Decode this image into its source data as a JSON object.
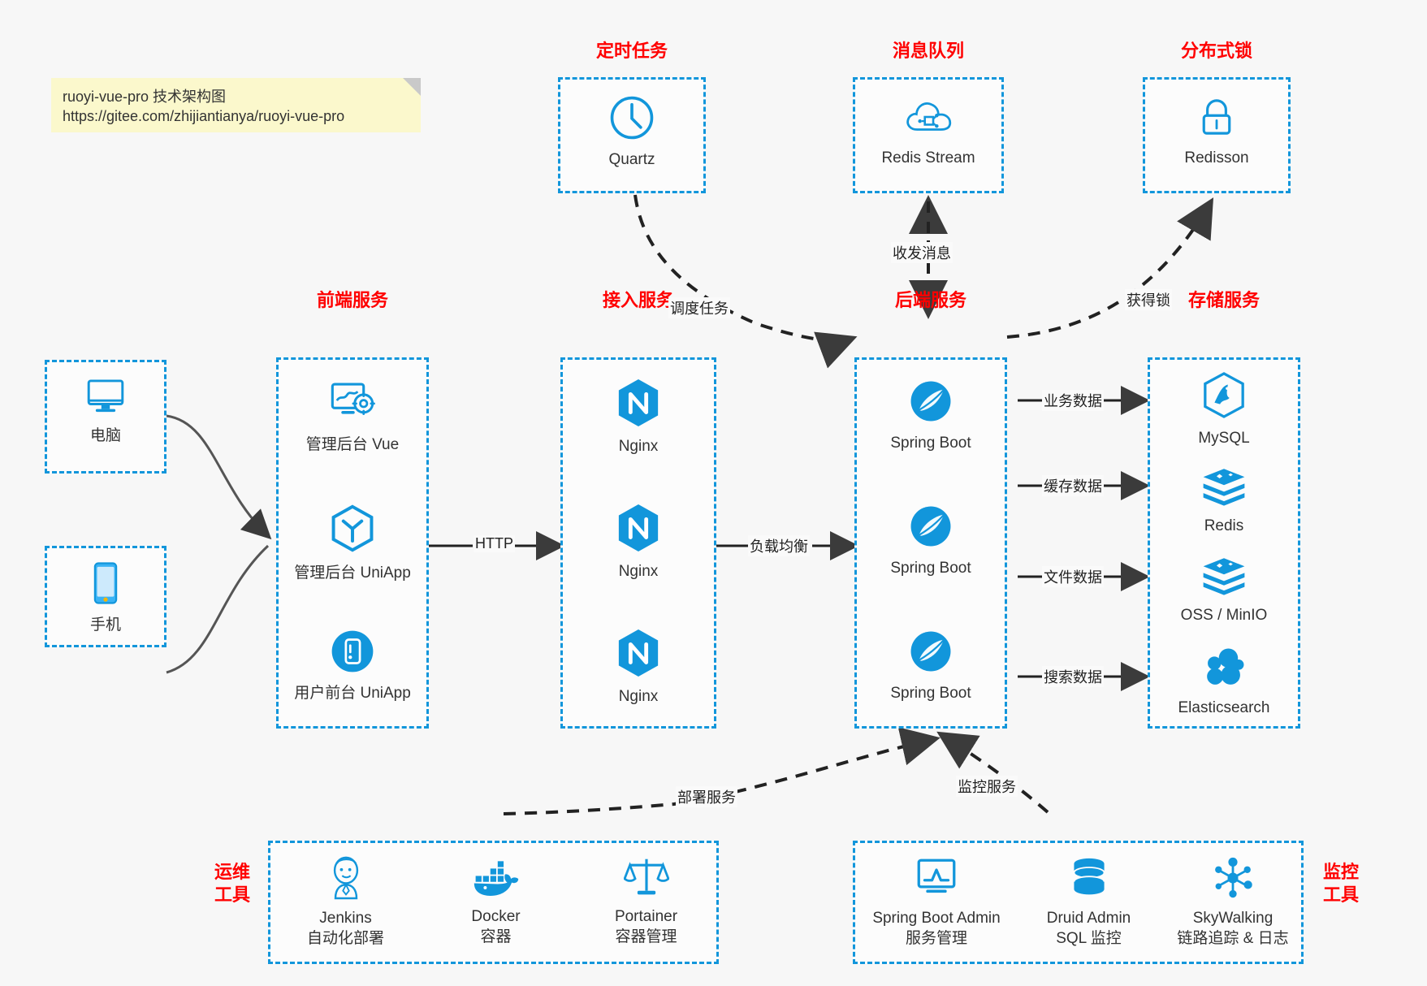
{
  "note": {
    "line1": "ruoyi-vue-pro 技术架构图",
    "line2": "https://gitee.com/zhijiantianya/ruoyi-vue-pro"
  },
  "colors": {
    "accent_blue": "#1296db",
    "title_red": "#ff0000",
    "note_yellow": "#fbf8cc",
    "background": "#f7f7f7",
    "edge_gray": "#3b3b3b"
  },
  "groups": {
    "scheduled_task": {
      "title": "定时任务",
      "nodes": [
        {
          "label": "Quartz",
          "icon": "clock-icon"
        }
      ]
    },
    "message_queue": {
      "title": "消息队列",
      "nodes": [
        {
          "label": "Redis Stream",
          "icon": "cloud-network-icon"
        }
      ]
    },
    "distributed_lock": {
      "title": "分布式锁",
      "nodes": [
        {
          "label": "Redisson",
          "icon": "lock-icon"
        }
      ]
    },
    "clients": {
      "nodes": [
        {
          "label": "电脑",
          "icon": "desktop-icon"
        },
        {
          "label": "手机",
          "icon": "mobile-icon"
        }
      ]
    },
    "frontend": {
      "title": "前端服务",
      "nodes": [
        {
          "label": "管理后台 Vue",
          "icon": "dashboard-gear-icon"
        },
        {
          "label": "管理后台 UniApp",
          "icon": "uniapp-cube-icon"
        },
        {
          "label": "用户前台 UniApp",
          "icon": "app-phone-icon"
        }
      ]
    },
    "gateway": {
      "title": "接入服务",
      "nodes": [
        {
          "label": "Nginx",
          "icon": "nginx-icon"
        },
        {
          "label": "Nginx",
          "icon": "nginx-icon"
        },
        {
          "label": "Nginx",
          "icon": "nginx-icon"
        }
      ]
    },
    "backend": {
      "title": "后端服务",
      "nodes": [
        {
          "label": "Spring Boot",
          "icon": "spring-boot-icon"
        },
        {
          "label": "Spring Boot",
          "icon": "spring-boot-icon"
        },
        {
          "label": "Spring Boot",
          "icon": "spring-boot-icon"
        }
      ]
    },
    "storage": {
      "title": "存储服务",
      "nodes": [
        {
          "label": "MySQL",
          "icon": "mysql-icon"
        },
        {
          "label": "Redis",
          "icon": "redis-icon"
        },
        {
          "label": "OSS / MinIO",
          "icon": "redis-icon"
        },
        {
          "label": "Elasticsearch",
          "icon": "elasticsearch-icon"
        }
      ]
    },
    "devops": {
      "title_line1": "运维",
      "title_line2": "工具",
      "nodes": [
        {
          "label": "Jenkins",
          "sub": "自动化部署",
          "icon": "jenkins-icon"
        },
        {
          "label": "Docker",
          "sub": "容器",
          "icon": "docker-icon"
        },
        {
          "label": "Portainer",
          "sub": "容器管理",
          "icon": "portainer-scale-icon"
        }
      ]
    },
    "monitoring": {
      "title_line1": "监控",
      "title_line2": "工具",
      "nodes": [
        {
          "label": "Spring Boot Admin",
          "sub": "服务管理",
          "icon": "monitor-chart-icon"
        },
        {
          "label": "Druid Admin",
          "sub": "SQL 监控",
          "icon": "database-icon"
        },
        {
          "label": "SkyWalking",
          "sub": "链路追踪 & 日志",
          "icon": "skywalking-icon"
        }
      ]
    }
  },
  "edges": [
    {
      "label": "调度任务"
    },
    {
      "label": "收发消息"
    },
    {
      "label": "获得锁"
    },
    {
      "label": "HTTP"
    },
    {
      "label": "负载均衡"
    },
    {
      "label": "业务数据"
    },
    {
      "label": "缓存数据"
    },
    {
      "label": "文件数据"
    },
    {
      "label": "搜索数据"
    },
    {
      "label": "部署服务"
    },
    {
      "label": "监控服务"
    }
  ]
}
